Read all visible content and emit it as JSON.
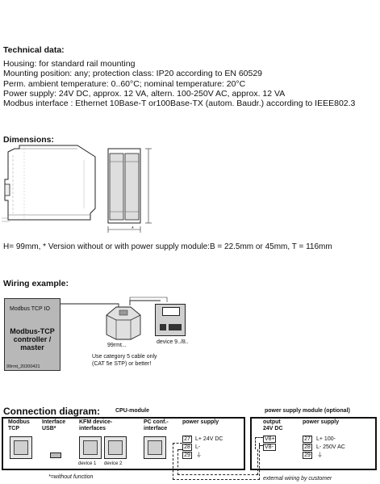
{
  "technical": {
    "heading": "Technical data:",
    "lines": [
      "Housing: for standard rail mounting",
      "Mounting position: any; protection class: IP20 according to EN 60529",
      "Perm. ambient temperature: 0..60°C; nominal temperature: 20°C",
      "Power supply: 24V DC, approx. 12 VA, altern. 100-250V AC, approx. 12 VA",
      "Modbus interface : Ethernet 10Base-T or100Base-TX (autom. Baudr.) according to IEEE802.3"
    ]
  },
  "dimensions": {
    "heading": "Dimensions:",
    "star": "*",
    "caption": "H= 99mm, * Version without or with power supply module:B = 22.5mm or 45mm, T = 116mm"
  },
  "wiring": {
    "heading": "Wiring example:",
    "controller_top": "Modbus TCP IO",
    "controller_main": "Modbus-TCP controller / master",
    "controller_code": "99rmt_20200421",
    "device_a": "99rmt...",
    "device_b": "device 9../8..",
    "cable_note": "Use category 5 cable only (CAT 5e STP) or better!"
  },
  "connection": {
    "heading": "Connection diagram:",
    "cpu_label": "CPU-module",
    "psm_label": "power supply module (optional)",
    "modbus": "Modbus TCP",
    "usb": "Interface USB*",
    "kfm": "KFM device-interfaces",
    "pcconf": "PC conf.-interface",
    "power_supply": "power supply",
    "t27": "27",
    "t28": "28",
    "t29": "29",
    "lplus_24": "L+  24V DC",
    "lminus": "L-",
    "dev1": "device 1",
    "dev2": "device 2",
    "output_24": "output 24V DC",
    "vplus": "V8+",
    "vminus": "V8-",
    "lplus_ac": "L+  100-",
    "lminus_ac": "L-  250V AC",
    "ground": "⏚",
    "without": "*=without function",
    "external": "external wiring by customer"
  }
}
